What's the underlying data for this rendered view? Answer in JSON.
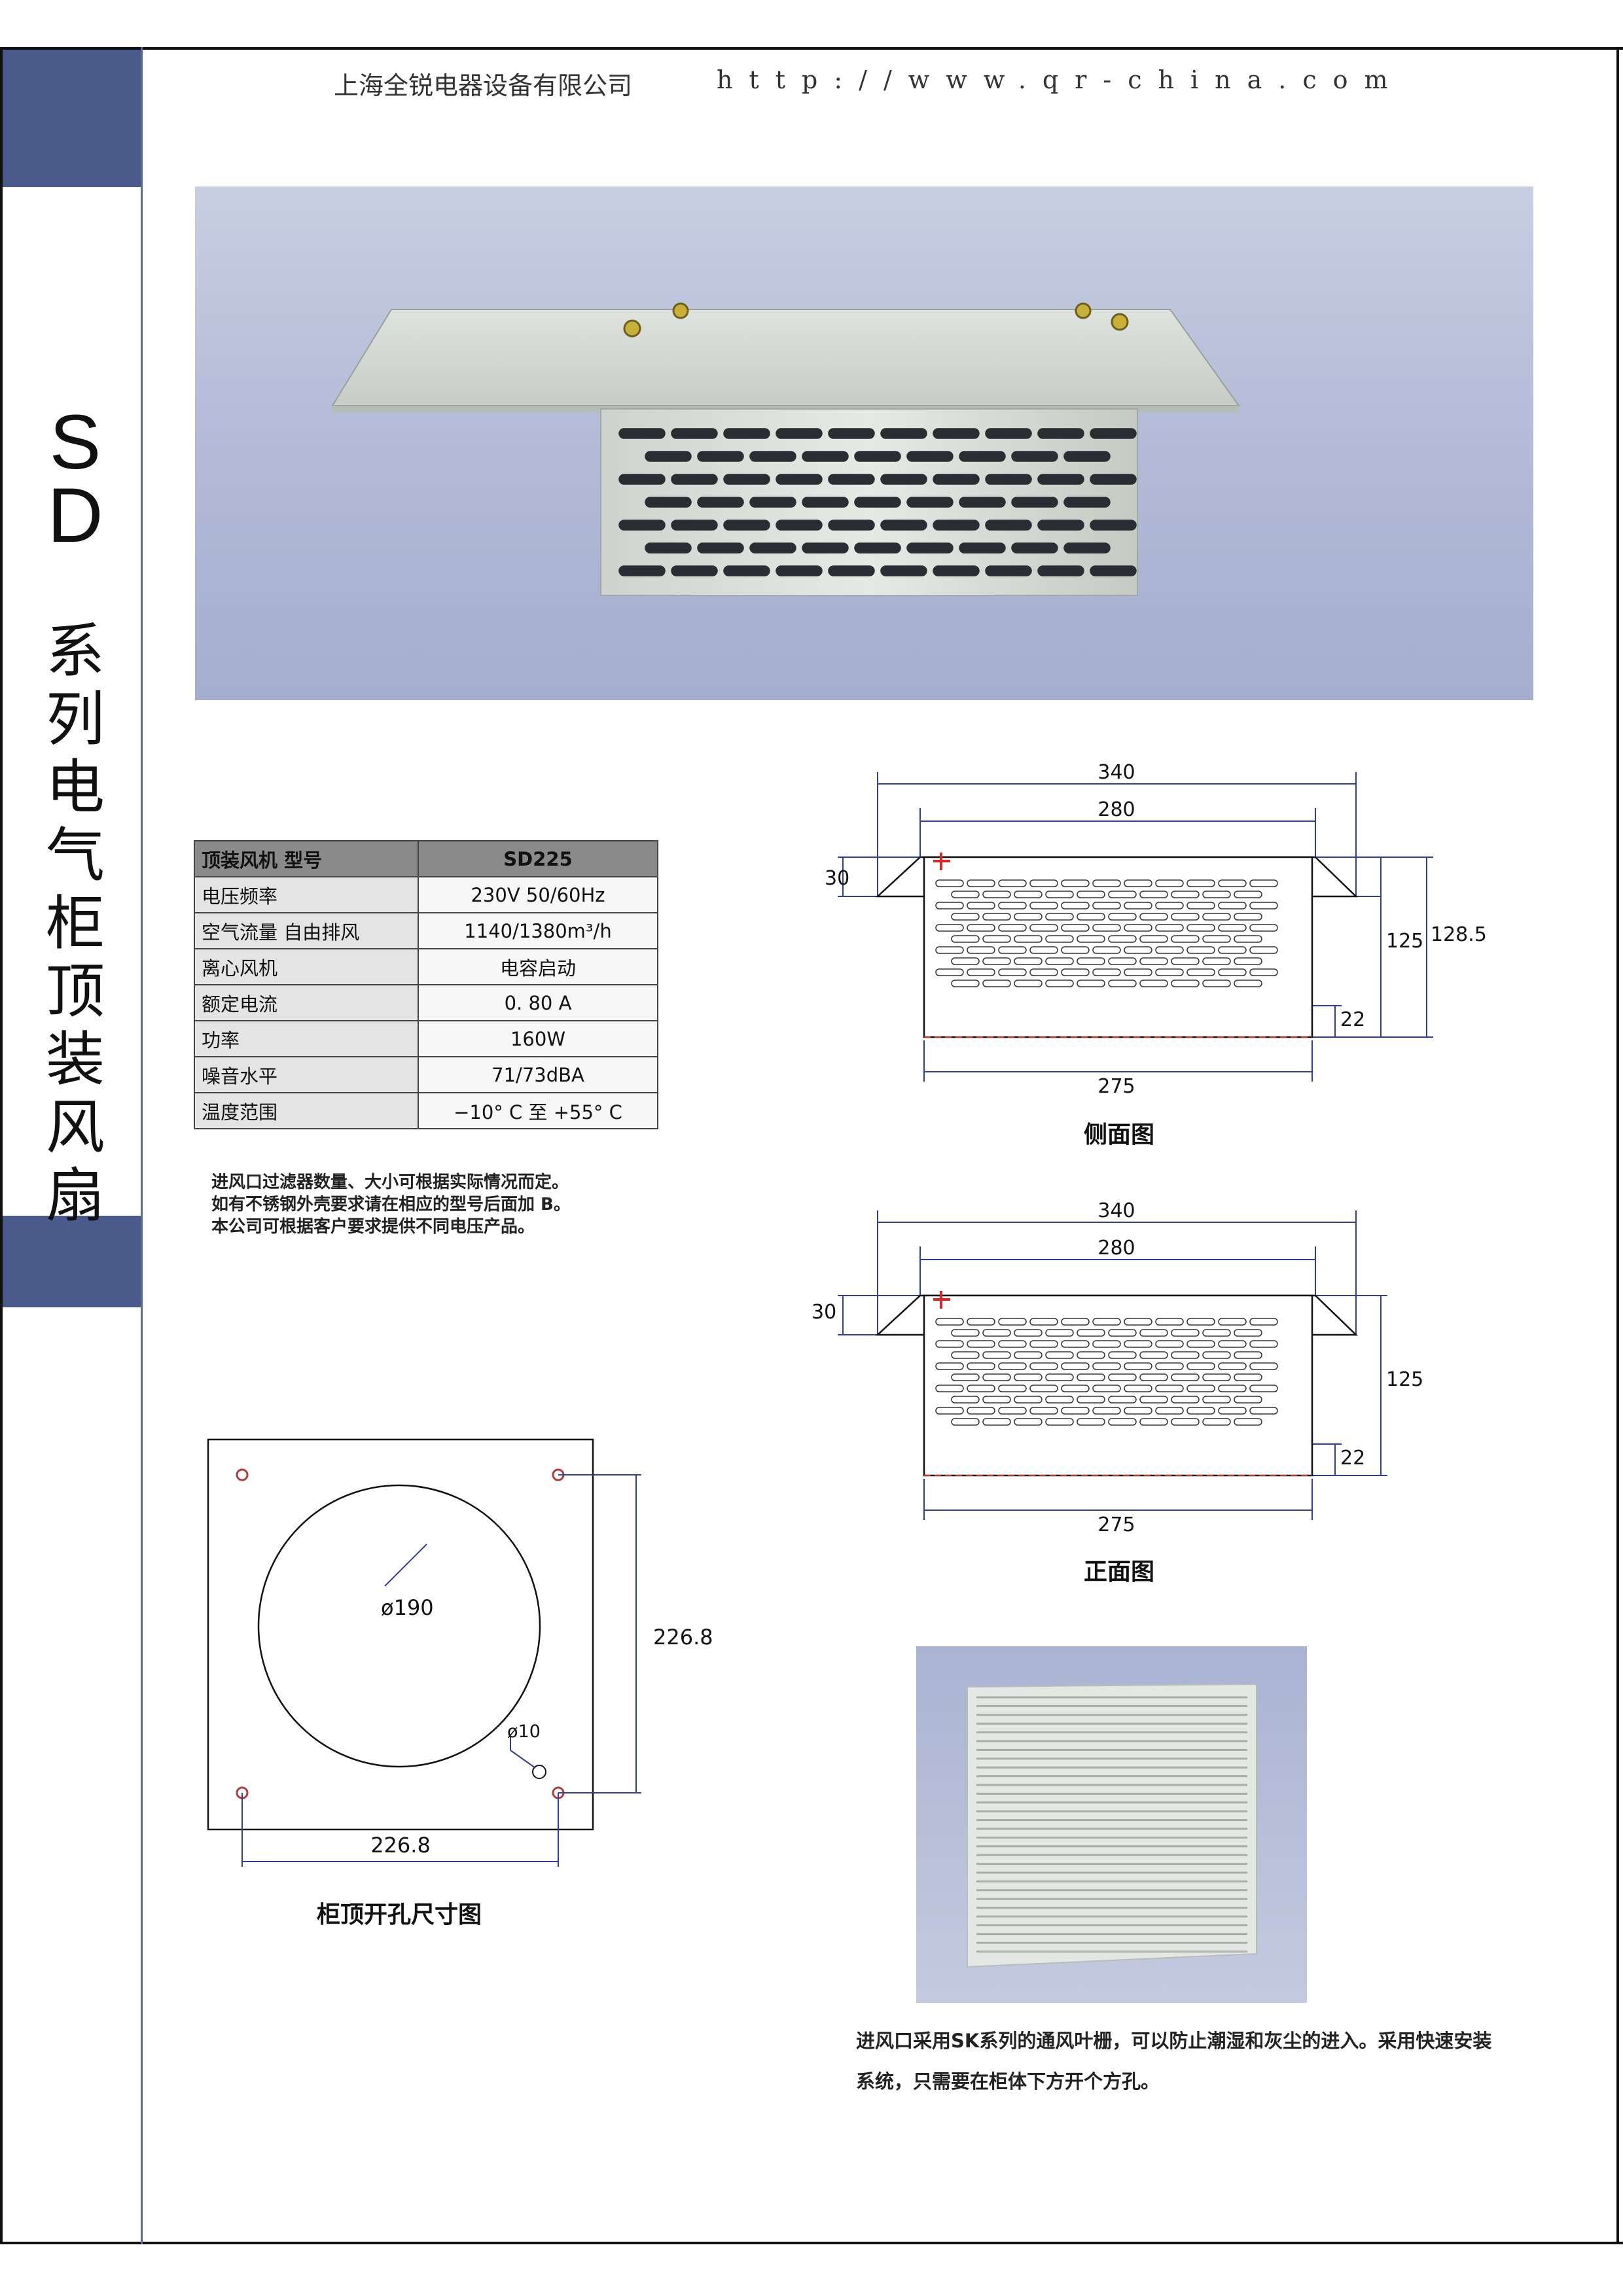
{
  "header": {
    "company": "上海全锐电器设备有限公司",
    "url": "http://www.qr-china.com"
  },
  "sidebar": {
    "series_chars": [
      "S",
      "D"
    ],
    "title_chars": [
      "系",
      "列",
      "电",
      "气",
      "柜",
      "顶",
      "装",
      "风",
      "扇"
    ]
  },
  "spec_table": {
    "header": {
      "label": "顶装风机 型号",
      "value": "SD225"
    },
    "rows": [
      {
        "label": "电压频率",
        "value": "230V 50/60Hz"
      },
      {
        "label": "空气流量 自由排风",
        "value": "1140/1380m³/h"
      },
      {
        "label": "离心风机",
        "value": "电容启动"
      },
      {
        "label": "额定电流",
        "value": "0. 80 A"
      },
      {
        "label": "功率",
        "value": "160W"
      },
      {
        "label": "噪音水平",
        "value": "71/73dBA"
      },
      {
        "label": "温度范围",
        "value": "−10° C 至 +55° C"
      }
    ]
  },
  "notes": [
    "进风口过滤器数量、大小可根据实际情况而定。",
    "如有不锈钢外壳要求请在相应的型号后面加 B。",
    "本公司可根据客户要求提供不同电压产品。"
  ],
  "side_view": {
    "caption": "侧面图",
    "dim_340": "340",
    "dim_280": "280",
    "dim_30": "30",
    "dim_125": "125",
    "dim_128_5": "128.5",
    "dim_22": "22",
    "dim_275": "275"
  },
  "front_view": {
    "caption": "正面图",
    "dim_340": "340",
    "dim_280": "280",
    "dim_30": "30",
    "dim_125": "125",
    "dim_22": "22",
    "dim_275": "275"
  },
  "cutout": {
    "caption": "柜顶开孔尺寸图",
    "dim_diameter": "ø190",
    "dim_hole": "ø10",
    "dim_vertical": "226.8",
    "dim_horizontal": "226.8"
  },
  "grille_note": [
    "进风口采用SK系列的通风叶栅，可以防止潮湿和灰尘的进入。采用快速安装",
    "系统，只需要在柜体下方开个方孔。"
  ]
}
